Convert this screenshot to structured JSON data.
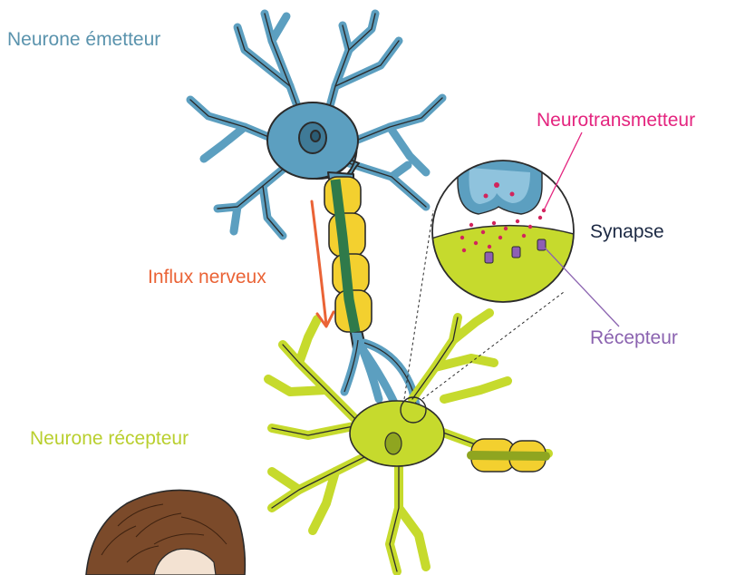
{
  "labels": {
    "neurone_emetteur": "Neurone émetteur",
    "neurotransmetteur": "Neurotransmetteur",
    "synapse": "Synapse",
    "influx_nerveux": "Influx nerveux",
    "recepteur": "Récepteur",
    "neurone_recepteur": "Neurone récepteur"
  },
  "colors": {
    "emitter_neuron": "#5c9fc0",
    "receiver_neuron": "#c6da2d",
    "myelin": "#f3d02f",
    "axon_core": "#2f7a4a",
    "neurotransmitter": "#d2245c",
    "receptor": "#8e5fb3",
    "influx_arrow": "#ea6336",
    "hair": "#7b4a2a",
    "outline": "#2b2b2b"
  }
}
